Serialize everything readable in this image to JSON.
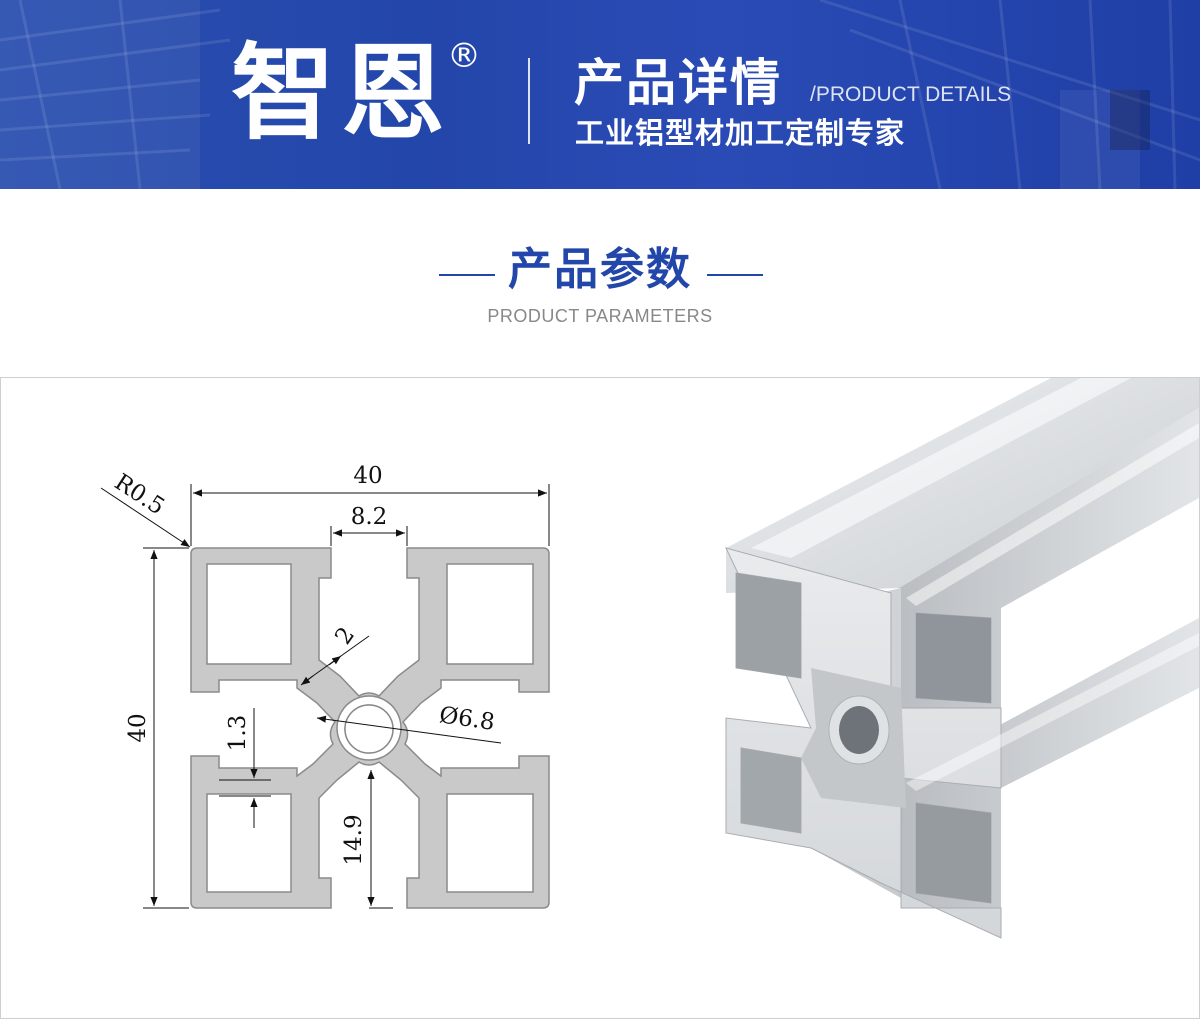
{
  "banner": {
    "brand": "智恩",
    "registered_mark": "®",
    "title": "产品详情",
    "title_en": "/PRODUCT DETAILS",
    "slogan": "工业铝型材加工定制专家"
  },
  "section": {
    "title": "产品参数",
    "subtitle": "PRODUCT PARAMETERS"
  },
  "drawing": {
    "width_label": "40",
    "height_label": "40",
    "slot_label": "8.2",
    "radius_label": "R0.5",
    "wall_label": "2",
    "hole_label": "Ø6.8",
    "lip_label": "1.3",
    "depth_label": "14.9"
  },
  "colors": {
    "banner_blue": "#2346aa",
    "accent_blue": "#2346aa",
    "profile_gray": "#c9c9c9"
  }
}
